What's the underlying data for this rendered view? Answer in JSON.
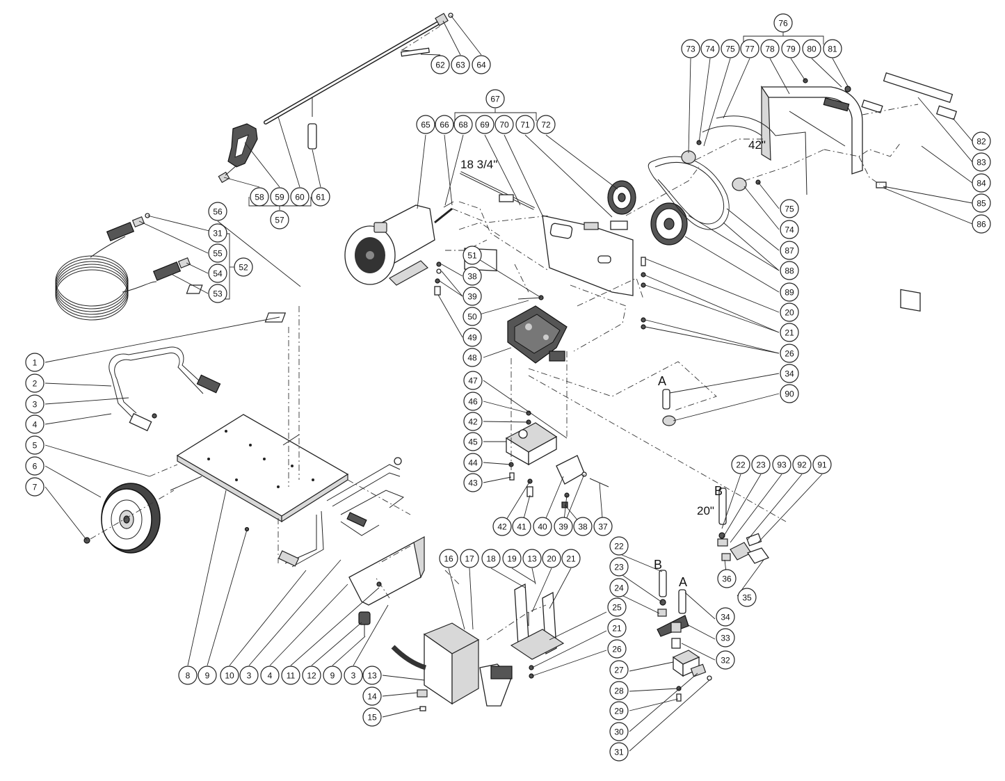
{
  "callouts": [
    {
      "id": "c1",
      "label": "1"
    },
    {
      "id": "c2",
      "label": "2"
    },
    {
      "id": "c3a",
      "label": "3"
    },
    {
      "id": "c4a",
      "label": "4"
    },
    {
      "id": "c5",
      "label": "5"
    },
    {
      "id": "c6",
      "label": "6"
    },
    {
      "id": "c7",
      "label": "7"
    },
    {
      "id": "c8",
      "label": "8"
    },
    {
      "id": "c9a",
      "label": "9"
    },
    {
      "id": "c10",
      "label": "10"
    },
    {
      "id": "c3b",
      "label": "3"
    },
    {
      "id": "c4b",
      "label": "4"
    },
    {
      "id": "c11",
      "label": "11"
    },
    {
      "id": "c12",
      "label": "12"
    },
    {
      "id": "c9b",
      "label": "9"
    },
    {
      "id": "c3c",
      "label": "3"
    },
    {
      "id": "c13a",
      "label": "13"
    },
    {
      "id": "c14",
      "label": "14"
    },
    {
      "id": "c15",
      "label": "15"
    },
    {
      "id": "c16",
      "label": "16"
    },
    {
      "id": "c17",
      "label": "17"
    },
    {
      "id": "c18",
      "label": "18"
    },
    {
      "id": "c19",
      "label": "19"
    },
    {
      "id": "c13b",
      "label": "13"
    },
    {
      "id": "c20a",
      "label": "20"
    },
    {
      "id": "c21a",
      "label": "21"
    },
    {
      "id": "c25",
      "label": "25"
    },
    {
      "id": "c21b",
      "label": "21"
    },
    {
      "id": "c26a",
      "label": "26"
    },
    {
      "id": "c22a",
      "label": "22"
    },
    {
      "id": "c23a",
      "label": "23"
    },
    {
      "id": "c24",
      "label": "24"
    },
    {
      "id": "c27",
      "label": "27"
    },
    {
      "id": "c28",
      "label": "28"
    },
    {
      "id": "c29",
      "label": "29"
    },
    {
      "id": "c30",
      "label": "30"
    },
    {
      "id": "c31a",
      "label": "31"
    },
    {
      "id": "c34a",
      "label": "34"
    },
    {
      "id": "c33",
      "label": "33"
    },
    {
      "id": "c32",
      "label": "32"
    },
    {
      "id": "c36",
      "label": "36"
    },
    {
      "id": "c35",
      "label": "35"
    },
    {
      "id": "c22b",
      "label": "22"
    },
    {
      "id": "c23b",
      "label": "23"
    },
    {
      "id": "c93",
      "label": "93"
    },
    {
      "id": "c92",
      "label": "92"
    },
    {
      "id": "c91",
      "label": "91"
    },
    {
      "id": "c34b",
      "label": "34"
    },
    {
      "id": "c90",
      "label": "90"
    },
    {
      "id": "c20b",
      "label": "20"
    },
    {
      "id": "c21c",
      "label": "21"
    },
    {
      "id": "c26b",
      "label": "26"
    },
    {
      "id": "c75b",
      "label": "75"
    },
    {
      "id": "c74b",
      "label": "74"
    },
    {
      "id": "c87",
      "label": "87"
    },
    {
      "id": "c88",
      "label": "88"
    },
    {
      "id": "c89",
      "label": "89"
    },
    {
      "id": "c82",
      "label": "82"
    },
    {
      "id": "c83",
      "label": "83"
    },
    {
      "id": "c84",
      "label": "84"
    },
    {
      "id": "c85",
      "label": "85"
    },
    {
      "id": "c86",
      "label": "86"
    },
    {
      "id": "c76",
      "label": "76"
    },
    {
      "id": "c73",
      "label": "73"
    },
    {
      "id": "c74a",
      "label": "74"
    },
    {
      "id": "c75a",
      "label": "75"
    },
    {
      "id": "c77",
      "label": "77"
    },
    {
      "id": "c78",
      "label": "78"
    },
    {
      "id": "c79",
      "label": "79"
    },
    {
      "id": "c80",
      "label": "80"
    },
    {
      "id": "c81",
      "label": "81"
    },
    {
      "id": "c67",
      "label": "67"
    },
    {
      "id": "c65",
      "label": "65"
    },
    {
      "id": "c66",
      "label": "66"
    },
    {
      "id": "c68",
      "label": "68"
    },
    {
      "id": "c69",
      "label": "69"
    },
    {
      "id": "c70",
      "label": "70"
    },
    {
      "id": "c71",
      "label": "71"
    },
    {
      "id": "c72",
      "label": "72"
    },
    {
      "id": "c51",
      "label": "51"
    },
    {
      "id": "c38a",
      "label": "38"
    },
    {
      "id": "c39a",
      "label": "39"
    },
    {
      "id": "c50",
      "label": "50"
    },
    {
      "id": "c49",
      "label": "49"
    },
    {
      "id": "c48",
      "label": "48"
    },
    {
      "id": "c47",
      "label": "47"
    },
    {
      "id": "c46",
      "label": "46"
    },
    {
      "id": "c42a",
      "label": "42"
    },
    {
      "id": "c45",
      "label": "45"
    },
    {
      "id": "c44",
      "label": "44"
    },
    {
      "id": "c43",
      "label": "43"
    },
    {
      "id": "c42b",
      "label": "42"
    },
    {
      "id": "c41",
      "label": "41"
    },
    {
      "id": "c40",
      "label": "40"
    },
    {
      "id": "c39b",
      "label": "39"
    },
    {
      "id": "c38b",
      "label": "38"
    },
    {
      "id": "c37",
      "label": "37"
    },
    {
      "id": "c56",
      "label": "56"
    },
    {
      "id": "c31b",
      "label": "31"
    },
    {
      "id": "c55",
      "label": "55"
    },
    {
      "id": "c54",
      "label": "54"
    },
    {
      "id": "c52",
      "label": "52"
    },
    {
      "id": "c53",
      "label": "53"
    },
    {
      "id": "c58",
      "label": "58"
    },
    {
      "id": "c59",
      "label": "59"
    },
    {
      "id": "c60",
      "label": "60"
    },
    {
      "id": "c61",
      "label": "61"
    },
    {
      "id": "c57",
      "label": "57"
    },
    {
      "id": "c62",
      "label": "62"
    },
    {
      "id": "c63",
      "label": "63"
    },
    {
      "id": "c64",
      "label": "64"
    }
  ],
  "dimensions": {
    "belt_length": "42\"",
    "shaft_key_length": "18 3/4\"",
    "hose_length": "20\""
  },
  "connection_letters": {
    "a_upper": "A",
    "a_lower": "A",
    "b_upper": "B",
    "b_lower": "B"
  }
}
